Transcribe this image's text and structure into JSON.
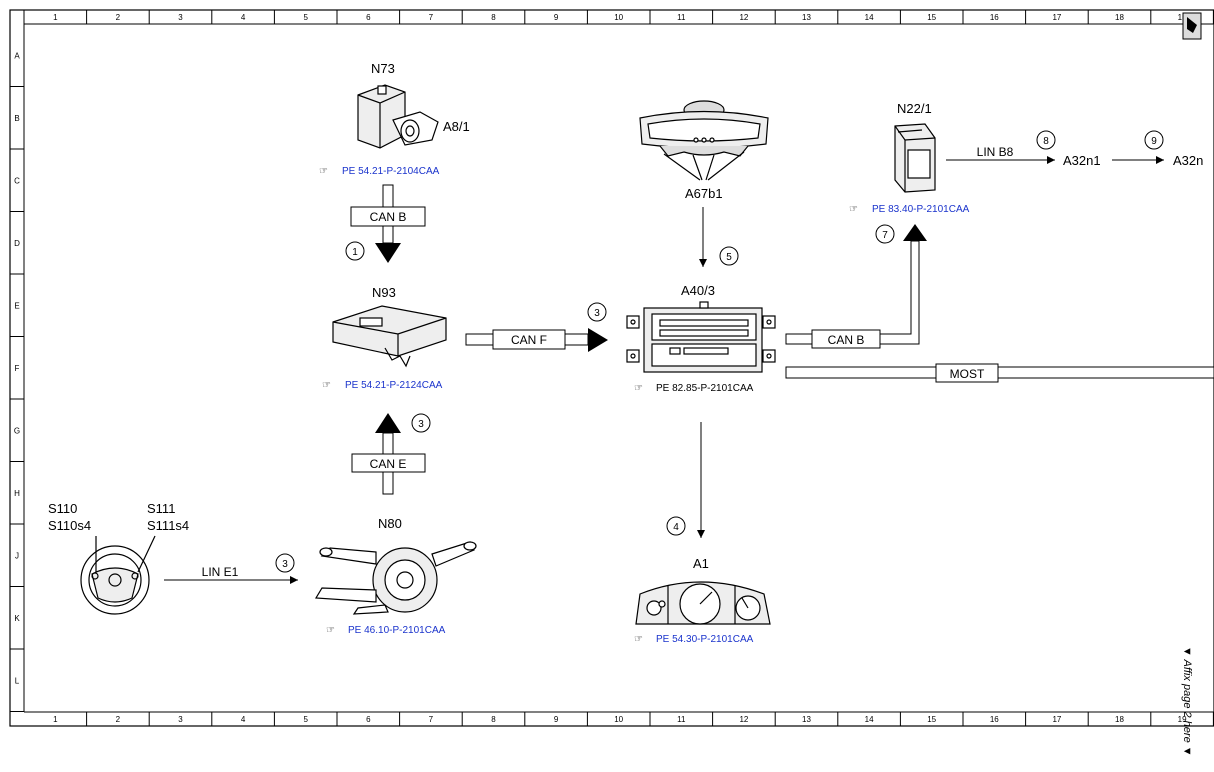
{
  "grid": {
    "columns": [
      "1",
      "2",
      "3",
      "4",
      "5",
      "6",
      "7",
      "8",
      "9",
      "10",
      "11",
      "12",
      "13",
      "14",
      "15",
      "16",
      "17",
      "18",
      "19"
    ],
    "rows": [
      "A",
      "B",
      "C",
      "D",
      "E",
      "F",
      "G",
      "H",
      "J",
      "K",
      "L"
    ]
  },
  "components": {
    "n73": "N73",
    "a8_1": "A8/1",
    "a67b1": "A67b1",
    "n22_1": "N22/1",
    "a40_3": "A40/3",
    "n93": "N93",
    "n80": "N80",
    "a1": "A1",
    "s110": "S110",
    "s110s4": "S110s4",
    "s111": "S111",
    "s111s4": "S111s4",
    "a32n1": "A32n1",
    "a32n_cut": "A32n"
  },
  "refs": {
    "n73": "PE 54.21-P-2104CAA",
    "n22_1": "PE 83.40-P-2101CAA",
    "n93": "PE 54.21-P-2124CAA",
    "a40_3": "PE 82.85-P-2101CAA",
    "n80": "PE 46.10-P-2101CAA",
    "a1": "PE 54.30-P-2101CAA"
  },
  "buses": {
    "can_b_top": "CAN B",
    "can_f": "CAN F",
    "can_e": "CAN E",
    "can_b_right": "CAN B",
    "most": "MOST",
    "lin_e1": "LIN E1",
    "lin_b8": "LIN B8"
  },
  "steps": {
    "s1": "1",
    "s3_can_f": "3",
    "s5": "5",
    "s7": "7",
    "s8": "8",
    "s9": "9",
    "s3_can_e": "3",
    "s4": "4",
    "s3_lin": "3"
  },
  "side_note": "▼ Affix page 2 here ▼",
  "colors": {
    "reference_link": "#1a33cc"
  }
}
